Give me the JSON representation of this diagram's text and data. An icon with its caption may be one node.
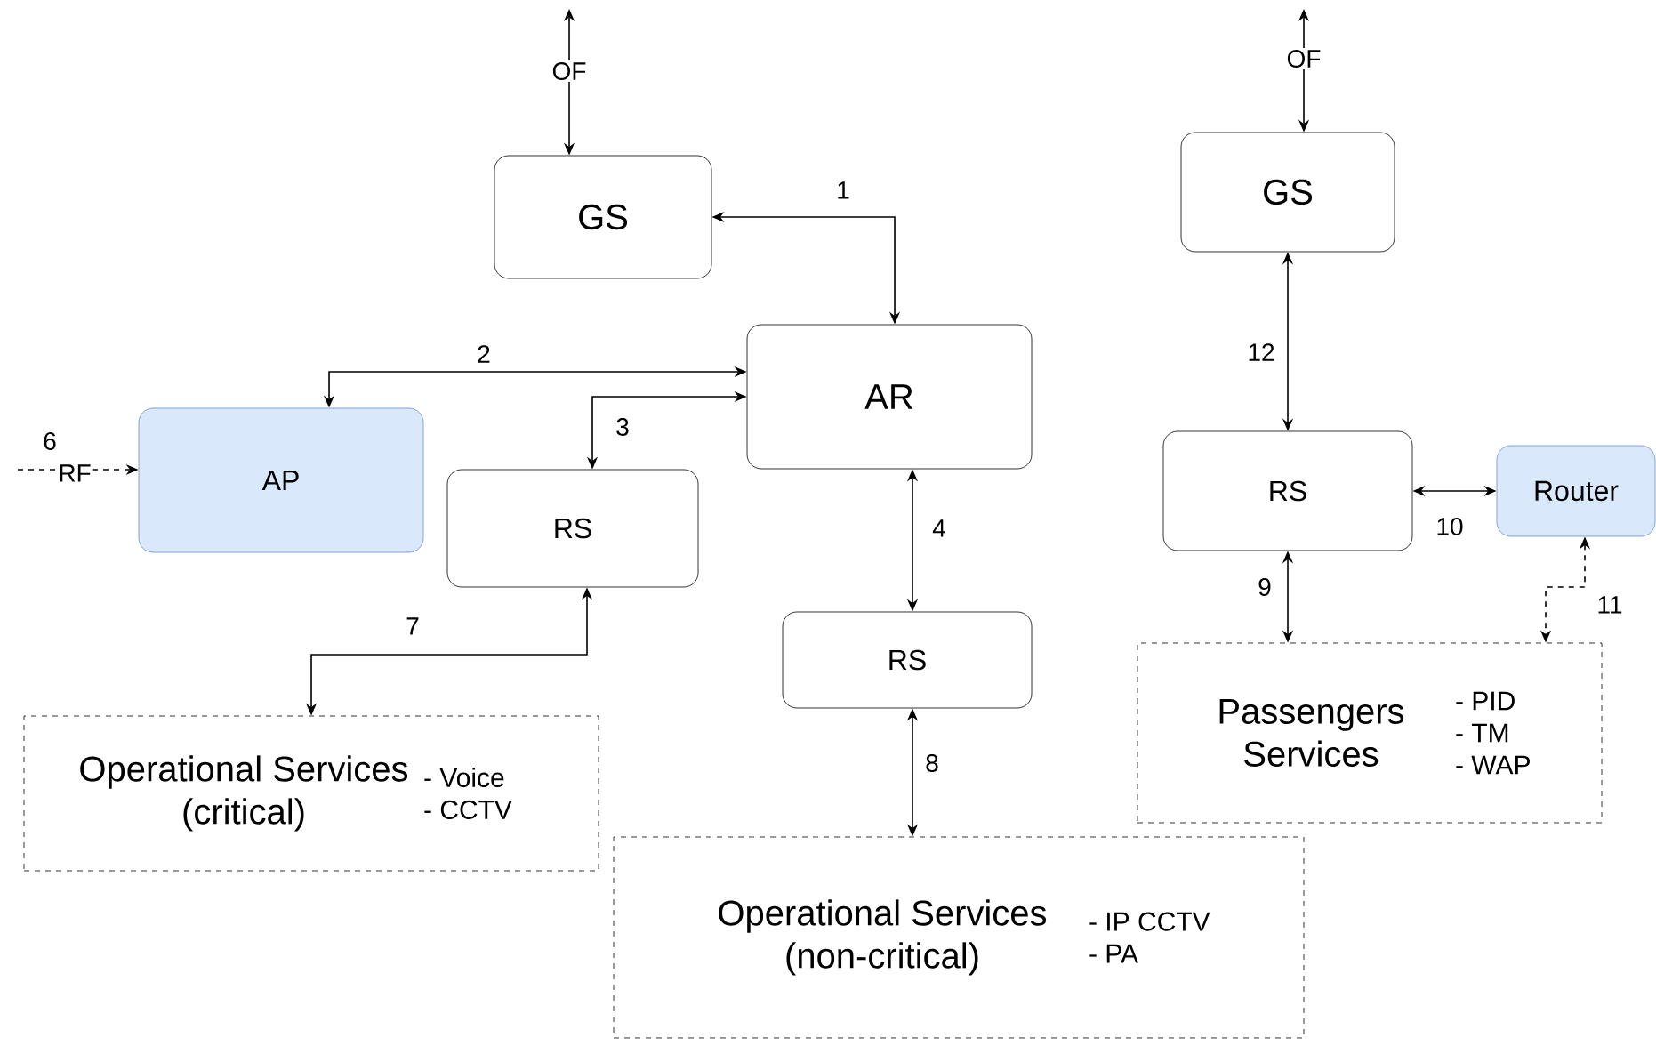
{
  "diagram": {
    "nodes": [
      {
        "text": [
          "GS"
        ]
      },
      {
        "text": [
          "AR"
        ]
      },
      {
        "text": [
          "AP"
        ]
      },
      {
        "text": [
          "RS"
        ]
      },
      {
        "text": [
          "RS"
        ]
      },
      {
        "text": [
          "Operational Services (critical)",
          "- Voice",
          "- CCTV"
        ]
      },
      {
        "text": [
          "Operational Services (non-critical)",
          "- IP CCTV",
          "- PA"
        ]
      },
      {
        "text": [
          "GS"
        ]
      },
      {
        "text": [
          "RS"
        ]
      },
      {
        "text": [
          "Router"
        ]
      },
      {
        "text": [
          "Passengers Services",
          "- PID",
          "- TM",
          "- WAP"
        ]
      }
    ],
    "edges": [
      {
        "from": 0,
        "to": 1,
        "arrow": "both",
        "label": "1"
      },
      {
        "from": 2,
        "to": 1,
        "arrow": "both",
        "label": "2"
      },
      {
        "from": 3,
        "to": 1,
        "arrow": "both",
        "label": "3"
      },
      {
        "from": 1,
        "to": 4,
        "arrow": "both",
        "label": "4"
      },
      {
        "from": 3,
        "to": 5,
        "arrow": "both",
        "label": "7"
      },
      {
        "from": 4,
        "to": 6,
        "arrow": "both",
        "label": "8"
      },
      {
        "from": null,
        "to": 2,
        "arrow": "to",
        "label": "RF",
        "style": "dashed"
      },
      {
        "from": 8,
        "to": 10,
        "arrow": "both",
        "label": "9"
      },
      {
        "from": 8,
        "to": 9,
        "arrow": "both",
        "label": "10"
      },
      {
        "from": 9,
        "to": 10,
        "arrow": "both",
        "label": "11",
        "style": "dashed"
      },
      {
        "from": 7,
        "to": 8,
        "arrow": "both",
        "label": "12"
      },
      {
        "from": null,
        "to": 0,
        "arrow": "both",
        "label": "OF"
      },
      {
        "from": null,
        "to": 7,
        "arrow": "both",
        "label": "OF"
      }
    ],
    "labels": [
      "6"
    ]
  }
}
